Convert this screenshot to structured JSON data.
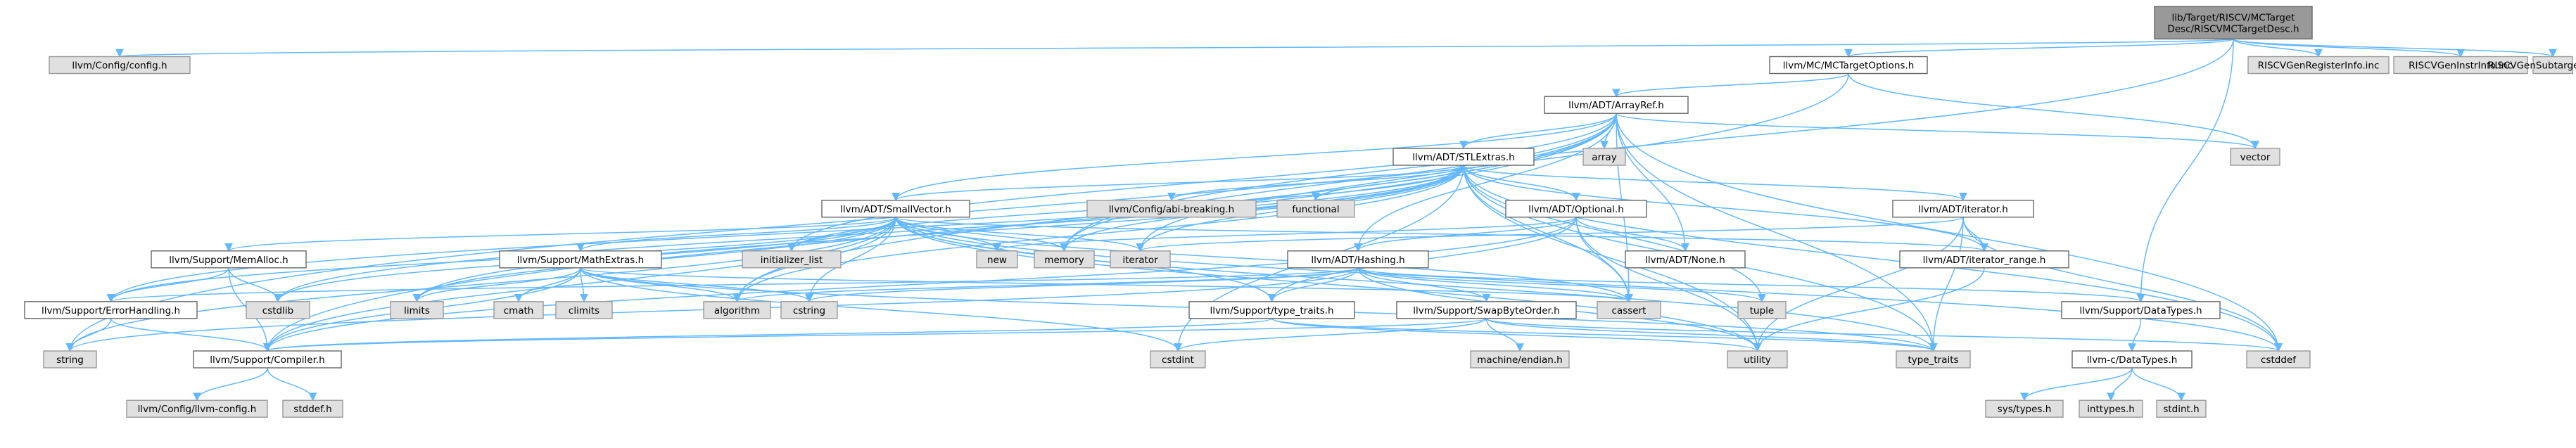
{
  "graph": {
    "nodes": [
      {
        "id": "n_root",
        "lines": [
          "lib/Target/RISCV/MCTarget",
          "Desc/RISCVMCTargetDesc.h"
        ],
        "kind": "source"
      },
      {
        "id": "n_config",
        "lines": [
          "llvm/Config/config.h"
        ],
        "kind": "system"
      },
      {
        "id": "n_mctarget",
        "lines": [
          "llvm/MC/MCTargetOptions.h"
        ],
        "kind": "internal"
      },
      {
        "id": "n_reginfo",
        "lines": [
          "RISCVGenRegisterInfo.inc"
        ],
        "kind": "system"
      },
      {
        "id": "n_instrinfo",
        "lines": [
          "RISCVGenInstrInfo.inc"
        ],
        "kind": "system"
      },
      {
        "id": "n_subtarget",
        "lines": [
          "RISCVGenSubtargetInfo.inc"
        ],
        "kind": "system"
      },
      {
        "id": "n_arrayref",
        "lines": [
          "llvm/ADT/ArrayRef.h"
        ],
        "kind": "internal"
      },
      {
        "id": "n_array",
        "lines": [
          "array"
        ],
        "kind": "system"
      },
      {
        "id": "n_vector",
        "lines": [
          "vector"
        ],
        "kind": "system"
      },
      {
        "id": "n_stlextras",
        "lines": [
          "llvm/ADT/STLExtras.h"
        ],
        "kind": "internal"
      },
      {
        "id": "n_abibreak",
        "lines": [
          "llvm/Config/abi-breaking.h"
        ],
        "kind": "system"
      },
      {
        "id": "n_functional",
        "lines": [
          "functional"
        ],
        "kind": "system"
      },
      {
        "id": "n_optional",
        "lines": [
          "llvm/ADT/Optional.h"
        ],
        "kind": "internal"
      },
      {
        "id": "n_iterator_h",
        "lines": [
          "llvm/ADT/iterator.h"
        ],
        "kind": "internal"
      },
      {
        "id": "n_smallvector",
        "lines": [
          "llvm/ADT/SmallVector.h"
        ],
        "kind": "internal"
      },
      {
        "id": "n_memalloc",
        "lines": [
          "llvm/Support/MemAlloc.h"
        ],
        "kind": "internal"
      },
      {
        "id": "n_mathextras",
        "lines": [
          "llvm/Support/MathExtras.h"
        ],
        "kind": "internal"
      },
      {
        "id": "n_init_list",
        "lines": [
          "initializer_list"
        ],
        "kind": "system"
      },
      {
        "id": "n_new",
        "lines": [
          "new"
        ],
        "kind": "system"
      },
      {
        "id": "n_memory",
        "lines": [
          "memory"
        ],
        "kind": "system"
      },
      {
        "id": "n_iterator",
        "lines": [
          "iterator"
        ],
        "kind": "system"
      },
      {
        "id": "n_hashing",
        "lines": [
          "llvm/ADT/Hashing.h"
        ],
        "kind": "internal"
      },
      {
        "id": "n_none",
        "lines": [
          "llvm/ADT/None.h"
        ],
        "kind": "internal"
      },
      {
        "id": "n_iter_range",
        "lines": [
          "llvm/ADT/iterator_range.h"
        ],
        "kind": "internal"
      },
      {
        "id": "n_cstdlib",
        "lines": [
          "cstdlib"
        ],
        "kind": "system"
      },
      {
        "id": "n_errhandling",
        "lines": [
          "llvm/Support/ErrorHandling.h"
        ],
        "kind": "internal"
      },
      {
        "id": "n_limits",
        "lines": [
          "limits"
        ],
        "kind": "system"
      },
      {
        "id": "n_cmath",
        "lines": [
          "cmath"
        ],
        "kind": "system"
      },
      {
        "id": "n_climits",
        "lines": [
          "climits"
        ],
        "kind": "system"
      },
      {
        "id": "n_algorithm",
        "lines": [
          "algorithm"
        ],
        "kind": "system"
      },
      {
        "id": "n_cstring",
        "lines": [
          "cstring"
        ],
        "kind": "system"
      },
      {
        "id": "n_typetraits_h",
        "lines": [
          "llvm/Support/type_traits.h"
        ],
        "kind": "internal"
      },
      {
        "id": "n_swapbyte",
        "lines": [
          "llvm/Support/SwapByteOrder.h"
        ],
        "kind": "internal"
      },
      {
        "id": "n_cassert",
        "lines": [
          "cassert"
        ],
        "kind": "system"
      },
      {
        "id": "n_tuple",
        "lines": [
          "tuple"
        ],
        "kind": "system"
      },
      {
        "id": "n_datatypes",
        "lines": [
          "llvm/Support/DataTypes.h"
        ],
        "kind": "internal"
      },
      {
        "id": "n_string",
        "lines": [
          "string"
        ],
        "kind": "system"
      },
      {
        "id": "n_compiler",
        "lines": [
          "llvm/Support/Compiler.h"
        ],
        "kind": "internal"
      },
      {
        "id": "n_cstdint",
        "lines": [
          "cstdint"
        ],
        "kind": "system"
      },
      {
        "id": "n_endian",
        "lines": [
          "machine/endian.h"
        ],
        "kind": "system"
      },
      {
        "id": "n_utility",
        "lines": [
          "utility"
        ],
        "kind": "system"
      },
      {
        "id": "n_type_traits",
        "lines": [
          "type_traits"
        ],
        "kind": "system"
      },
      {
        "id": "n_cstddef",
        "lines": [
          "cstddef"
        ],
        "kind": "system"
      },
      {
        "id": "n_c_datatypes",
        "lines": [
          "llvm-c/DataTypes.h"
        ],
        "kind": "internal"
      },
      {
        "id": "n_llvmconfig",
        "lines": [
          "llvm/Config/llvm-config.h"
        ],
        "kind": "system"
      },
      {
        "id": "n_stddef",
        "lines": [
          "stddef.h"
        ],
        "kind": "system"
      },
      {
        "id": "n_systypes",
        "lines": [
          "sys/types.h"
        ],
        "kind": "system"
      },
      {
        "id": "n_inttypes",
        "lines": [
          "inttypes.h"
        ],
        "kind": "system"
      },
      {
        "id": "n_stdint",
        "lines": [
          "stdint.h"
        ],
        "kind": "system"
      }
    ],
    "edges": [
      [
        "n_root",
        "n_config"
      ],
      [
        "n_root",
        "n_mctarget"
      ],
      [
        "n_root",
        "n_reginfo"
      ],
      [
        "n_root",
        "n_instrinfo"
      ],
      [
        "n_root",
        "n_subtarget"
      ],
      [
        "n_root",
        "n_memory"
      ],
      [
        "n_root",
        "n_datatypes"
      ],
      [
        "n_mctarget",
        "n_arrayref"
      ],
      [
        "n_mctarget",
        "n_vector"
      ],
      [
        "n_mctarget",
        "n_string"
      ],
      [
        "n_arrayref",
        "n_array"
      ],
      [
        "n_arrayref",
        "n_vector"
      ],
      [
        "n_arrayref",
        "n_stlextras"
      ],
      [
        "n_arrayref",
        "n_smallvector"
      ],
      [
        "n_arrayref",
        "n_hashing"
      ],
      [
        "n_arrayref",
        "n_none"
      ],
      [
        "n_arrayref",
        "n_compiler"
      ],
      [
        "n_arrayref",
        "n_algorithm"
      ],
      [
        "n_arrayref",
        "n_cassert"
      ],
      [
        "n_arrayref",
        "n_cstddef"
      ],
      [
        "n_arrayref",
        "n_init_list"
      ],
      [
        "n_arrayref",
        "n_iterator"
      ],
      [
        "n_arrayref",
        "n_memory"
      ],
      [
        "n_arrayref",
        "n_type_traits"
      ],
      [
        "n_stlextras",
        "n_abibreak"
      ],
      [
        "n_stlextras",
        "n_functional"
      ],
      [
        "n_stlextras",
        "n_optional"
      ],
      [
        "n_stlextras",
        "n_iterator_h"
      ],
      [
        "n_stlextras",
        "n_smallvector"
      ],
      [
        "n_stlextras",
        "n_iter_range"
      ],
      [
        "n_stlextras",
        "n_errhandling"
      ],
      [
        "n_stlextras",
        "n_algorithm"
      ],
      [
        "n_stlextras",
        "n_cassert"
      ],
      [
        "n_stlextras",
        "n_cstddef"
      ],
      [
        "n_stlextras",
        "n_cstdint"
      ],
      [
        "n_stlextras",
        "n_cstdlib"
      ],
      [
        "n_stlextras",
        "n_init_list"
      ],
      [
        "n_stlextras",
        "n_iterator"
      ],
      [
        "n_stlextras",
        "n_limits"
      ],
      [
        "n_stlextras",
        "n_memory"
      ],
      [
        "n_stlextras",
        "n_tuple"
      ],
      [
        "n_stlextras",
        "n_type_traits"
      ],
      [
        "n_stlextras",
        "n_utility"
      ],
      [
        "n_optional",
        "n_hashing"
      ],
      [
        "n_optional",
        "n_none"
      ],
      [
        "n_optional",
        "n_typetraits_h"
      ],
      [
        "n_optional",
        "n_cassert"
      ],
      [
        "n_optional",
        "n_new"
      ],
      [
        "n_optional",
        "n_utility"
      ],
      [
        "n_optional",
        "n_compiler"
      ],
      [
        "n_iterator_h",
        "n_iter_range"
      ],
      [
        "n_iterator_h",
        "n_cstddef"
      ],
      [
        "n_iterator_h",
        "n_iterator"
      ],
      [
        "n_iterator_h",
        "n_type_traits"
      ],
      [
        "n_iterator_h",
        "n_utility"
      ],
      [
        "n_smallvector",
        "n_memalloc"
      ],
      [
        "n_smallvector",
        "n_mathextras"
      ],
      [
        "n_smallvector",
        "n_iter_range"
      ],
      [
        "n_smallvector",
        "n_compiler"
      ],
      [
        "n_smallvector",
        "n_errhandling"
      ],
      [
        "n_smallvector",
        "n_typetraits_h"
      ],
      [
        "n_smallvector",
        "n_algorithm"
      ],
      [
        "n_smallvector",
        "n_cassert"
      ],
      [
        "n_smallvector",
        "n_cstddef"
      ],
      [
        "n_smallvector",
        "n_cstdlib"
      ],
      [
        "n_smallvector",
        "n_cstring"
      ],
      [
        "n_smallvector",
        "n_init_list"
      ],
      [
        "n_smallvector",
        "n_iterator"
      ],
      [
        "n_smallvector",
        "n_limits"
      ],
      [
        "n_smallvector",
        "n_memory"
      ],
      [
        "n_smallvector",
        "n_new"
      ],
      [
        "n_smallvector",
        "n_type_traits"
      ],
      [
        "n_smallvector",
        "n_utility"
      ],
      [
        "n_smallvector",
        "n_string"
      ],
      [
        "n_memalloc",
        "n_compiler"
      ],
      [
        "n_memalloc",
        "n_errhandling"
      ],
      [
        "n_memalloc",
        "n_cstdlib"
      ],
      [
        "n_errhandling",
        "n_compiler"
      ],
      [
        "n_errhandling",
        "n_string"
      ],
      [
        "n_mathextras",
        "n_compiler"
      ],
      [
        "n_mathextras",
        "n_algorithm"
      ],
      [
        "n_mathextras",
        "n_cassert"
      ],
      [
        "n_mathextras",
        "n_climits"
      ],
      [
        "n_mathextras",
        "n_cmath"
      ],
      [
        "n_mathextras",
        "n_cstdint"
      ],
      [
        "n_mathextras",
        "n_cstring"
      ],
      [
        "n_mathextras",
        "n_limits"
      ],
      [
        "n_mathextras",
        "n_type_traits"
      ],
      [
        "n_hashing",
        "n_errhandling"
      ],
      [
        "n_hashing",
        "n_swapbyte"
      ],
      [
        "n_hashing",
        "n_typetraits_h"
      ],
      [
        "n_hashing",
        "n_algorithm"
      ],
      [
        "n_hashing",
        "n_cassert"
      ],
      [
        "n_hashing",
        "n_cstring"
      ],
      [
        "n_hashing",
        "n_string"
      ],
      [
        "n_hashing",
        "n_tuple"
      ],
      [
        "n_hashing",
        "n_utility"
      ],
      [
        "n_hashing",
        "n_datatypes"
      ],
      [
        "n_iter_range",
        "n_utility"
      ],
      [
        "n_typetraits_h",
        "n_compiler"
      ],
      [
        "n_typetraits_h",
        "n_type_traits"
      ],
      [
        "n_typetraits_h",
        "n_utility"
      ],
      [
        "n_swapbyte",
        "n_compiler"
      ],
      [
        "n_swapbyte",
        "n_cstddef"
      ],
      [
        "n_swapbyte",
        "n_cstdint"
      ],
      [
        "n_swapbyte",
        "n_type_traits"
      ],
      [
        "n_swapbyte",
        "n_endian"
      ],
      [
        "n_datatypes",
        "n_c_datatypes"
      ],
      [
        "n_c_datatypes",
        "n_inttypes"
      ],
      [
        "n_c_datatypes",
        "n_systypes"
      ],
      [
        "n_c_datatypes",
        "n_stdint"
      ],
      [
        "n_compiler",
        "n_llvmconfig"
      ],
      [
        "n_compiler",
        "n_stddef"
      ]
    ]
  }
}
